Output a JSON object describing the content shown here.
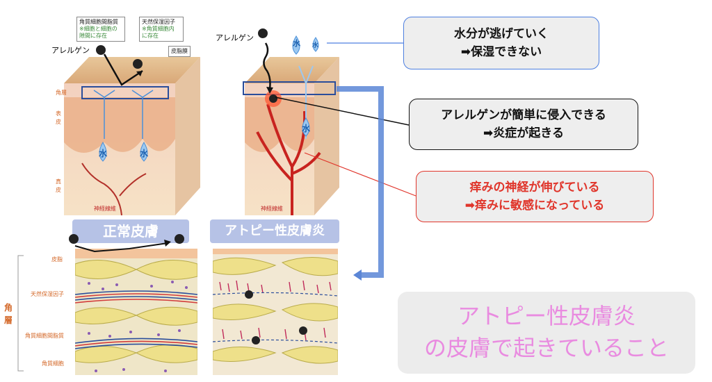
{
  "colors": {
    "callout_blue_border": "#4d7fe0",
    "callout_black_border": "#111111",
    "callout_red_border": "#e0352b",
    "callout_red_text": "#e0352b",
    "banner_bg": "#b6c2e6",
    "big_title_text": "#e98be0",
    "skin_orange_label": "#d4692a",
    "water_blue": "#4a90d9",
    "horny_layer_frame": "#2a4d9b"
  },
  "left_diagram": {
    "box_lipid_title": "角質細胞間脂質",
    "box_lipid_note_1": "※細胞と細胞の",
    "box_lipid_note_2": "隙間に存在",
    "box_nmf_title": "天然保湿因子",
    "box_nmf_note_1": "※角質細胞内",
    "box_nmf_note_2": "に存在",
    "box_sebum": "皮脂膜",
    "allergen_label": "アレルゲン",
    "layer_horny": "角層",
    "layer_epidermis_1": "表",
    "layer_epidermis_2": "皮",
    "layer_dermis_1": "真",
    "layer_dermis_2": "皮",
    "water_1": "水",
    "water_2": "水",
    "nerve_label": "神経線維",
    "banner": "正常皮膚"
  },
  "right_diagram": {
    "allergen_label": "アレルゲン",
    "water_1": "水",
    "water_2": "水",
    "water_3": "水",
    "nerve_label": "神経線維",
    "banner": "アトピー性皮膚炎"
  },
  "callouts": {
    "moisture_line1": "水分が逃げていく",
    "moisture_line2": "➡保湿できない",
    "allergen_line1": "アレルゲンが簡単に侵入できる",
    "allergen_line2": "➡炎症が起きる",
    "itch_line1": "痒みの神経が伸びている",
    "itch_line2": "➡痒みに敏感になっている"
  },
  "bottom_labels": {
    "sebum": "皮脂",
    "nmf": "天然保湿因子",
    "horny_1": "角",
    "horny_2": "層",
    "lipid": "角質細胞間脂質",
    "cell": "角質細胞"
  },
  "big_title": {
    "line1": "アトピー性皮膚炎",
    "line2": "の皮膚で起きていること"
  }
}
